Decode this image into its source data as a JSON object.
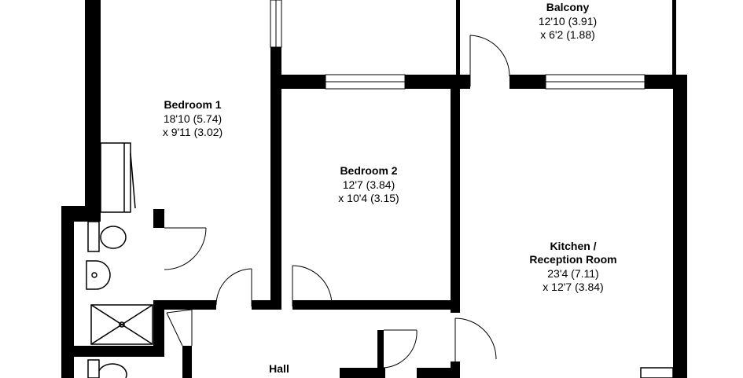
{
  "rooms": {
    "balcony": {
      "name": "Balcony",
      "dim1": "12'10 (3.91)",
      "dim2": "x 6'2 (1.88)"
    },
    "bedroom1": {
      "name": "Bedroom 1",
      "dim1": "18'10 (5.74)",
      "dim2": "x 9'11 (3.02)"
    },
    "bedroom2": {
      "name": "Bedroom 2",
      "dim1": "12'7 (3.84)",
      "dim2": "x 10'4 (3.15)"
    },
    "kitchen": {
      "name1": "Kitchen /",
      "name2": "Reception Room",
      "dim1": "23'4 (7.11)",
      "dim2": "x 12'7 (3.84)"
    },
    "hall": {
      "name": "Hall"
    }
  },
  "colors": {
    "wall": "#000000",
    "background": "#ffffff"
  }
}
